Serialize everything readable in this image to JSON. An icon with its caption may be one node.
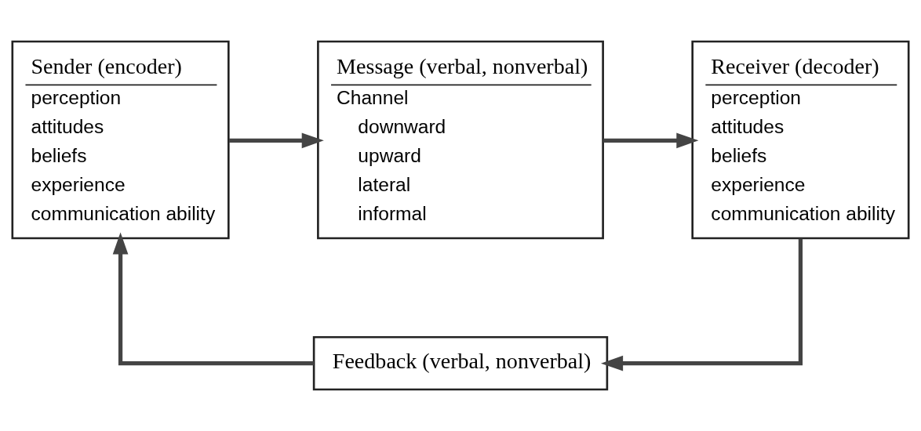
{
  "diagram": {
    "nodes": [
      {
        "text": [
          "Sender (encoder)",
          "perception",
          "attitudes",
          "beliefs",
          "experience",
          "communication ability"
        ]
      },
      {
        "text": [
          "Message (verbal, nonverbal)",
          "Channel",
          "downward",
          "upward",
          "lateral",
          "informal"
        ]
      },
      {
        "text": [
          "Receiver (decoder)",
          "perception",
          "attitudes",
          "beliefs",
          "experience",
          "communication ability"
        ]
      },
      {
        "text": [
          "Feedback (verbal, nonverbal)"
        ]
      }
    ],
    "edges": [
      {
        "from": 0,
        "to": 1,
        "arrow": "to"
      },
      {
        "from": 1,
        "to": 2,
        "arrow": "to"
      },
      {
        "from": 2,
        "to": 3,
        "arrow": "to"
      },
      {
        "from": 3,
        "to": 0,
        "arrow": "to"
      }
    ]
  }
}
